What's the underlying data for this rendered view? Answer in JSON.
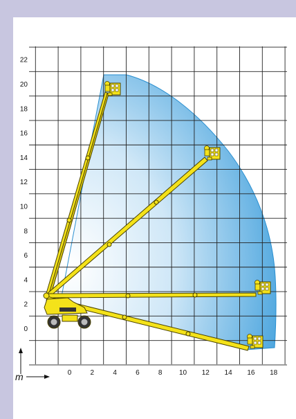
{
  "diagram": {
    "x_axis": {
      "unit_label": "m",
      "tick_labels": [
        "0",
        "2",
        "4",
        "6",
        "8",
        "10",
        "12",
        "14",
        "16",
        "18"
      ]
    },
    "y_axis": {
      "tick_labels": [
        "0",
        "2",
        "4",
        "6",
        "8",
        "10",
        "12",
        "14",
        "16",
        "18",
        "20",
        "22"
      ]
    },
    "colors": {
      "page_background": "#c8c6e0",
      "panel": "#ffffff",
      "grid": "#222222",
      "envelope_edge": "#2a8fd0",
      "envelope_fill": "#5ab0e6",
      "boom": "#f4e21a",
      "boom_outline": "#4a4200"
    },
    "icons": [
      "aerial-lift-vehicle-icon",
      "work-platform-icon"
    ]
  }
}
